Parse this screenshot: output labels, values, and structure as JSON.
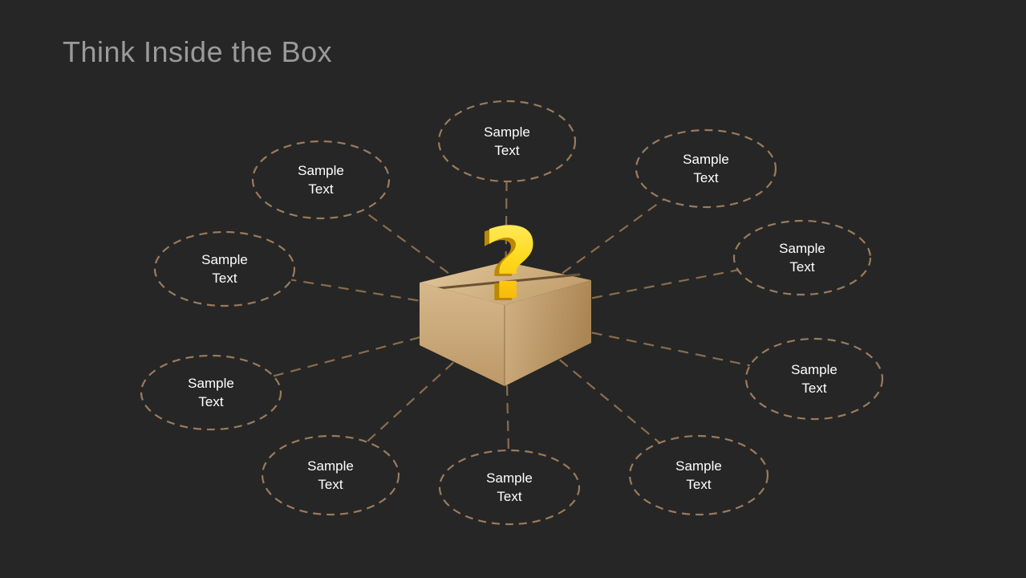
{
  "slide": {
    "title": "Think Inside the Box",
    "background_color": "#262626",
    "title_color": "#9a9a9a"
  },
  "diagram": {
    "question_mark_glyph": "?",
    "connector_dash_color": "#8a6c4e",
    "ellipse_dash_color": "#9a7b5d",
    "node_text_color": "#ffffff",
    "box_top_color": "#dcc094",
    "box_left_color": "#cdab7c",
    "box_right_color": "#bb9565",
    "question_mark_color": "#ffd200",
    "nodes": [
      {
        "line1": "Sample",
        "line2": "Text"
      },
      {
        "line1": "Sample",
        "line2": "Text"
      },
      {
        "line1": "Sample",
        "line2": "Text"
      },
      {
        "line1": "Sample",
        "line2": "Text"
      },
      {
        "line1": "Sample",
        "line2": "Text"
      },
      {
        "line1": "Sample",
        "line2": "Text"
      },
      {
        "line1": "Sample",
        "line2": "Text"
      },
      {
        "line1": "Sample",
        "line2": "Text"
      },
      {
        "line1": "Sample",
        "line2": "Text"
      },
      {
        "line1": "Sample",
        "line2": "Text"
      }
    ]
  }
}
